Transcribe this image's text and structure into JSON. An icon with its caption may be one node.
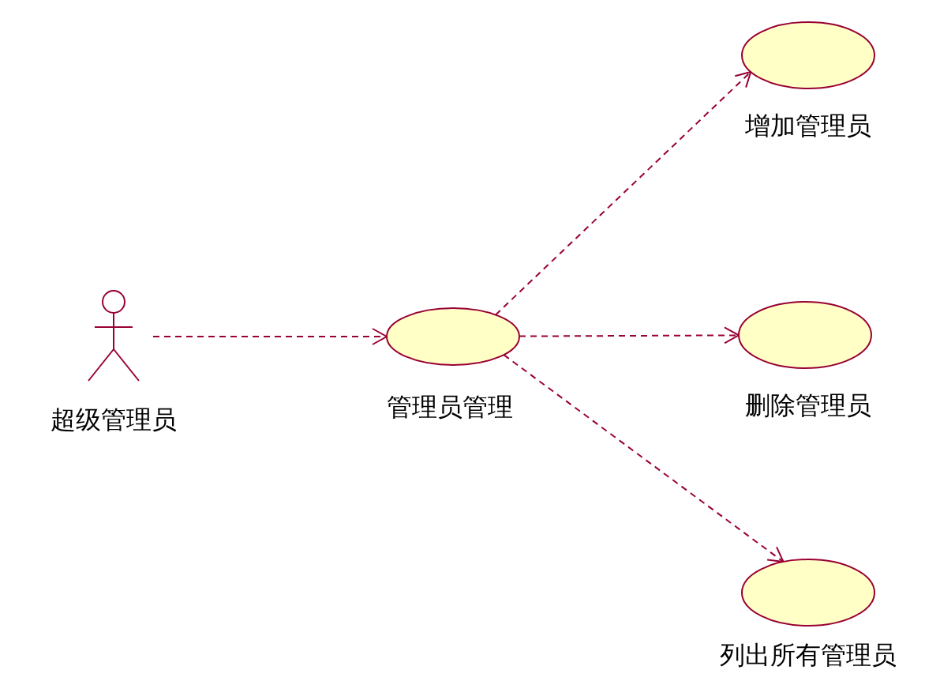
{
  "diagram": {
    "nodes": [
      {
        "text": [
          "超级管理员"
        ]
      },
      {
        "text": [
          "管理员管理"
        ]
      },
      {
        "text": [
          "增加管理员"
        ]
      },
      {
        "text": [
          "删除管理员"
        ]
      },
      {
        "text": [
          "列出所有管理员"
        ]
      }
    ],
    "edges": [
      {
        "from": 0,
        "to": 1,
        "arrow": "to",
        "style": "dashed"
      },
      {
        "from": 1,
        "to": 2,
        "arrow": "to",
        "style": "dashed"
      },
      {
        "from": 1,
        "to": 3,
        "arrow": "to",
        "style": "dashed"
      },
      {
        "from": 1,
        "to": 4,
        "arrow": "to",
        "style": "dashed"
      }
    ]
  }
}
